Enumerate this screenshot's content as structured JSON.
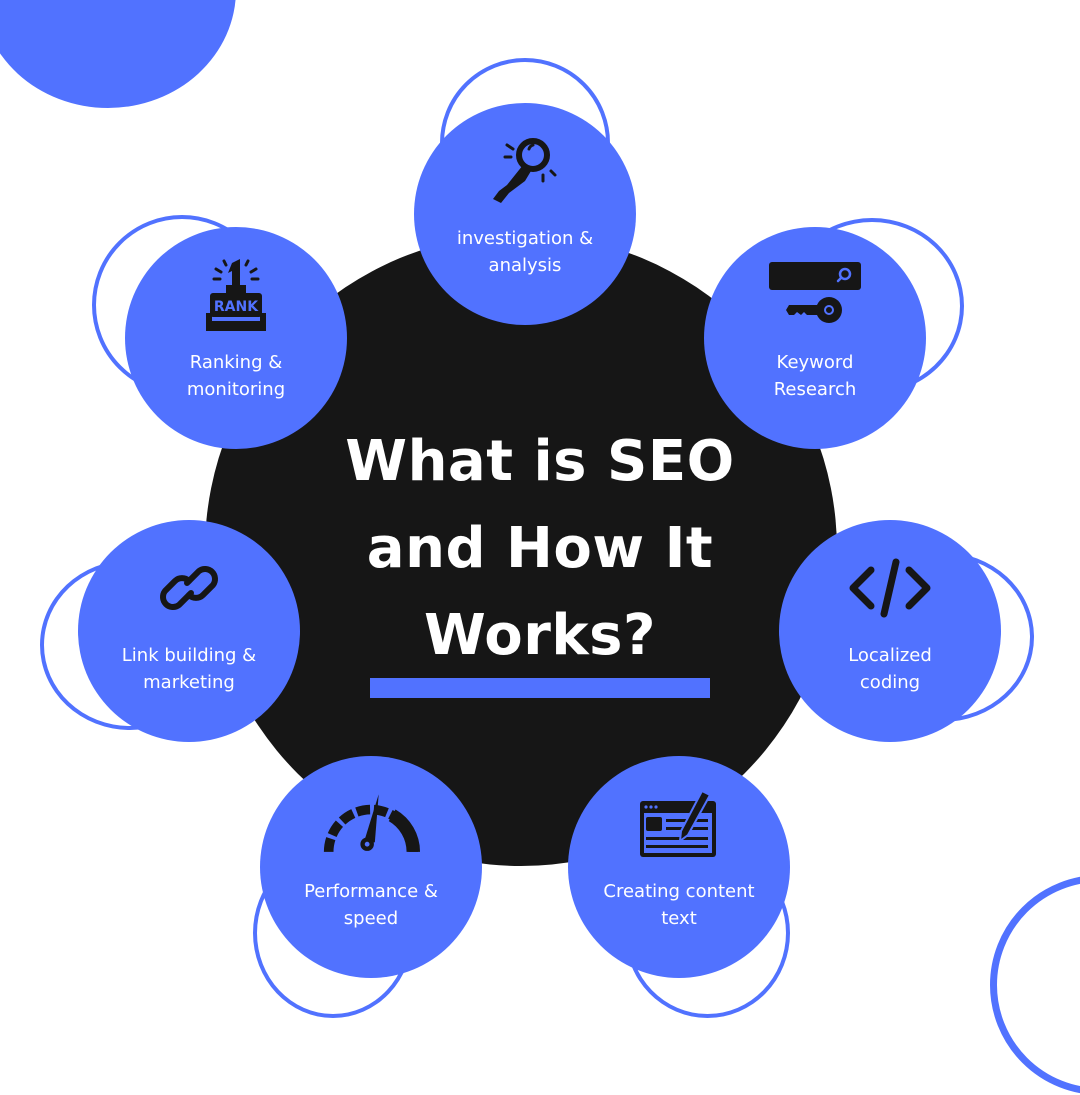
{
  "title": {
    "line1": "What is SEO",
    "line2": "and How It",
    "line3": "Works?"
  },
  "colors": {
    "accent": "#5172ff",
    "center": "#161616",
    "text_on_accent": "#ffffff",
    "background": "#ffffff"
  },
  "nodes": [
    {
      "id": "investigation",
      "icon": "magnifier-hand-icon",
      "label_line1": "investigation &",
      "label_line2": "analysis"
    },
    {
      "id": "keyword",
      "icon": "search-key-icon",
      "label_line1": "Keyword",
      "label_line2": "Research"
    },
    {
      "id": "localized",
      "icon": "code-icon",
      "label_line1": "Localized",
      "label_line2": "coding"
    },
    {
      "id": "content",
      "icon": "content-edit-icon",
      "label_line1": "Creating content",
      "label_line2": "text"
    },
    {
      "id": "performance",
      "icon": "speedometer-icon",
      "label_line1": "Performance &",
      "label_line2": "speed"
    },
    {
      "id": "link",
      "icon": "chain-link-icon",
      "label_line1": "Link building &",
      "label_line2": "marketing"
    },
    {
      "id": "ranking",
      "icon": "rank-one-icon",
      "label_line1": "Ranking &",
      "label_line2": "monitoring",
      "badge_text": "RANK",
      "badge_number": "1"
    }
  ]
}
